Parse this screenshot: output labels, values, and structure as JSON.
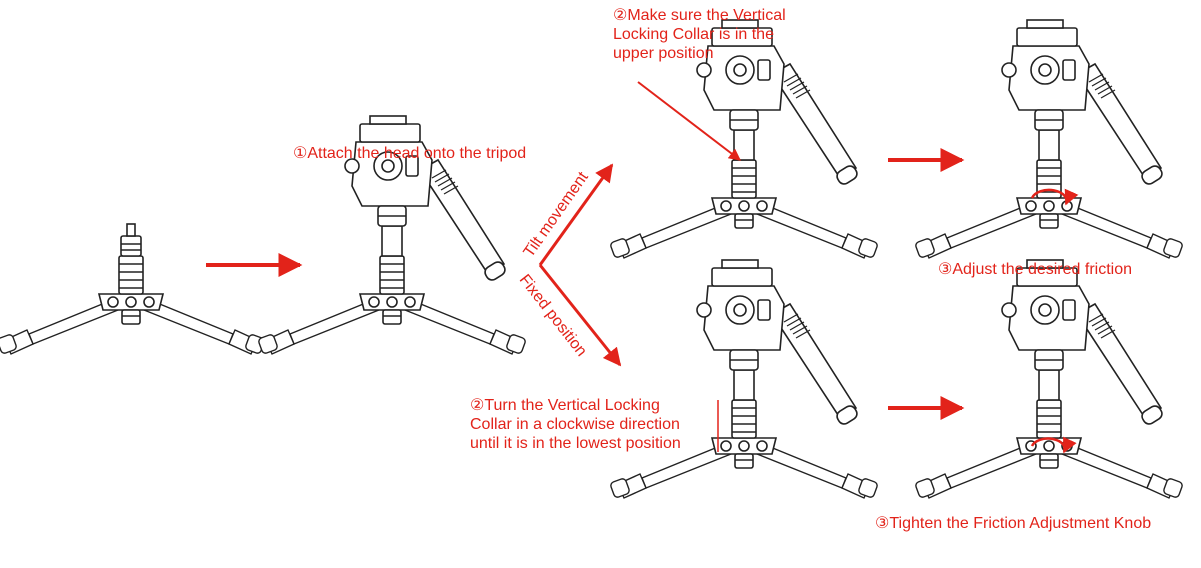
{
  "steps": {
    "attach": "①Attach the head onto the tripod",
    "tilt_label": "Tilt movement",
    "fixed_label": "Fixed position",
    "upper_collar": [
      "②Make sure the Vertical",
      "Locking Collar is in the",
      "upper position"
    ],
    "adjust_friction": "③Adjust the desired friction",
    "turn_collar": [
      "②Turn the Vertical Locking",
      "Collar in a clockwise direction",
      "until it is in the lowest position"
    ],
    "tighten_knob": "③Tighten the Friction Adjustment Knob"
  },
  "colors": {
    "accent": "#e2231a",
    "line": "#222222"
  },
  "icons": [
    "tripod-base-icon",
    "fluid-head-icon",
    "rotation-arrow-icon"
  ]
}
